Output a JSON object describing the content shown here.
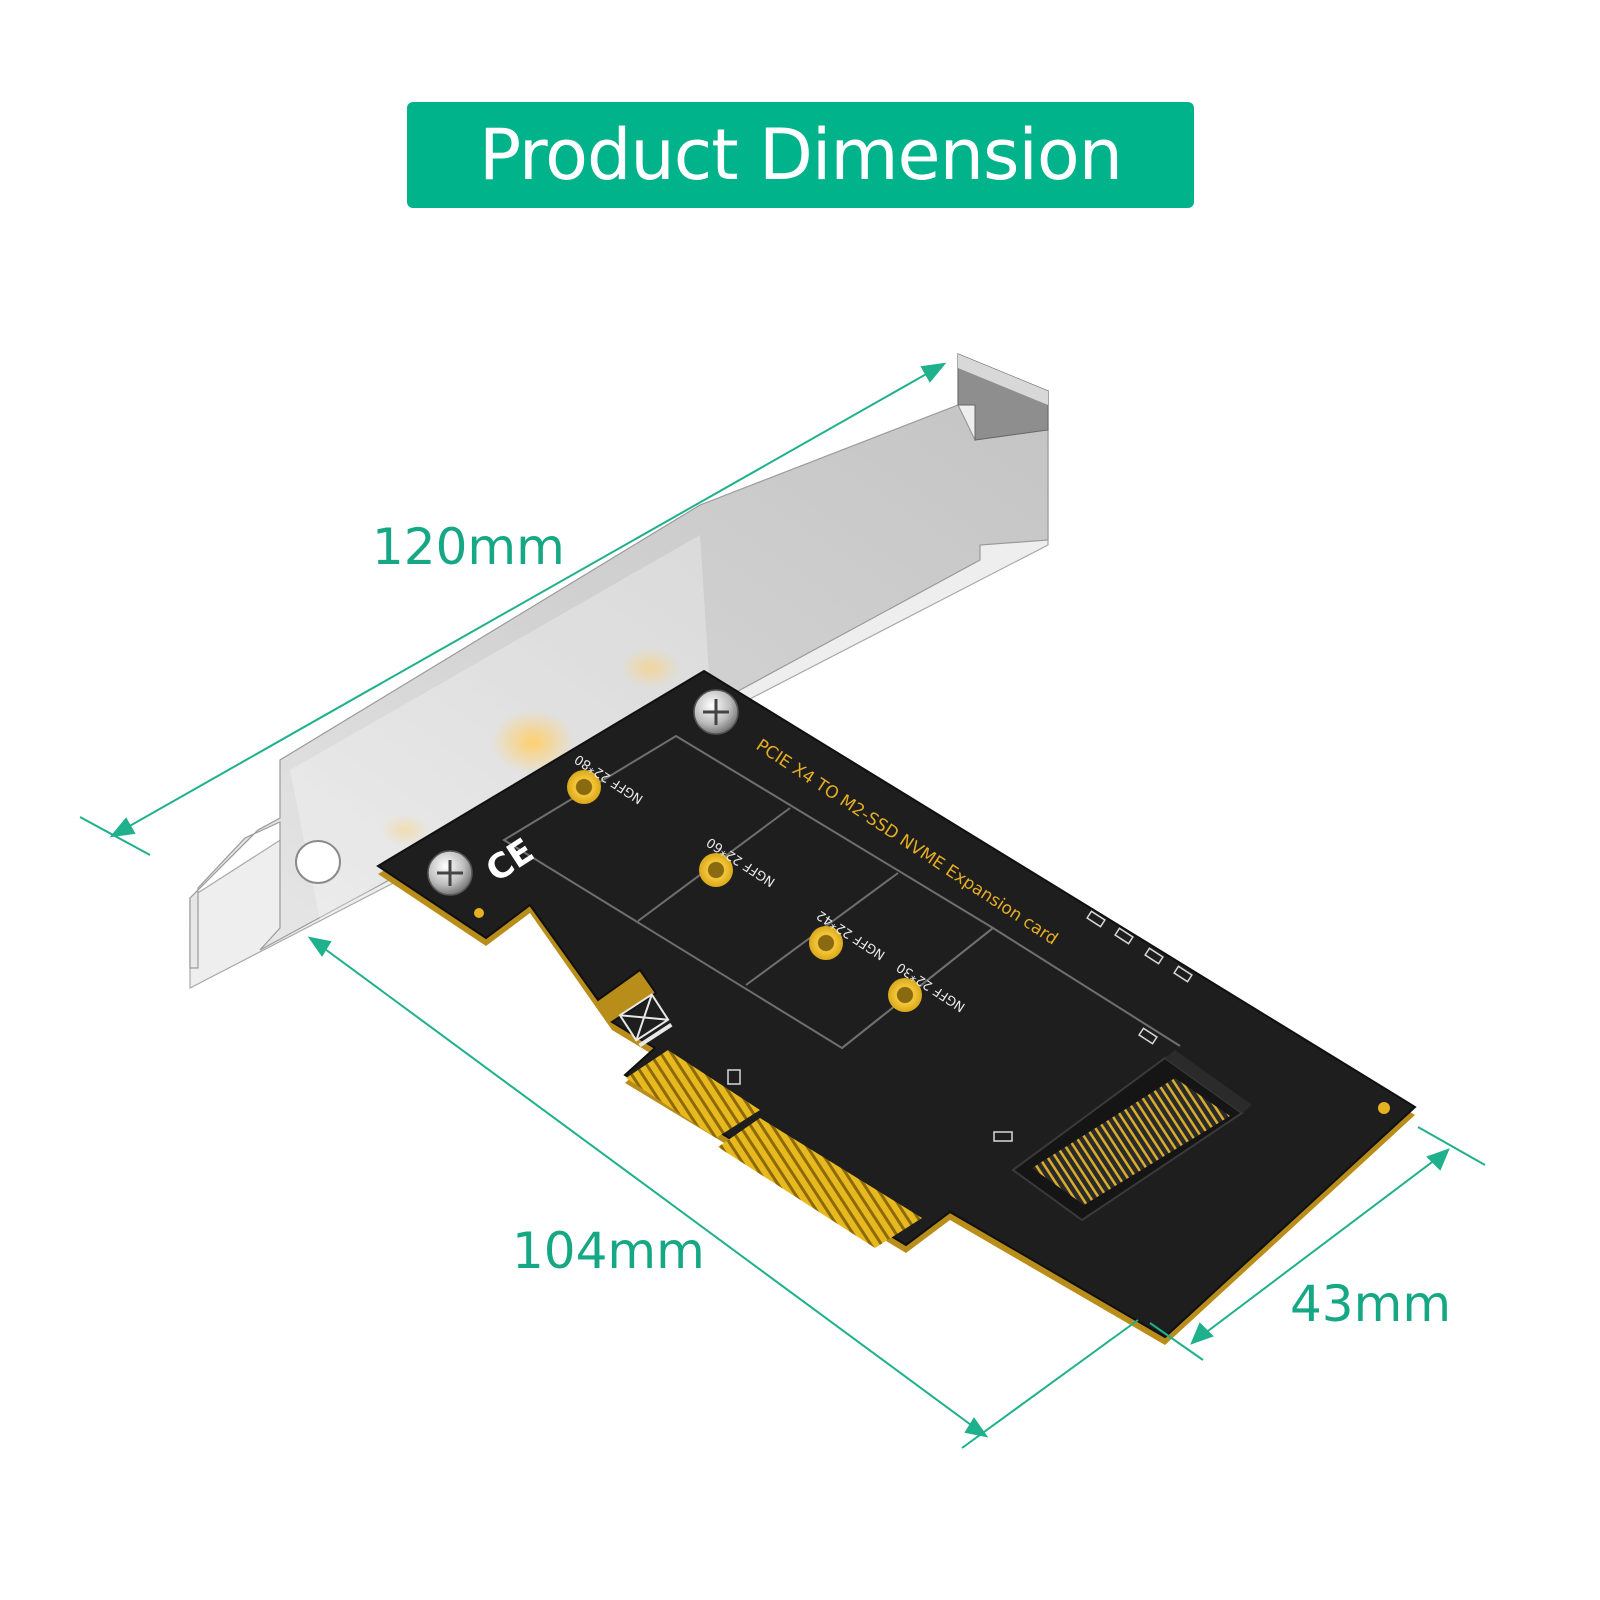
{
  "title": "Product Dimension",
  "dimensions": {
    "length_bracket": "120mm",
    "length_card": "104mm",
    "height_card": "43mm"
  },
  "card": {
    "silkscreen": "PCIE  X4  TO  M2-SSD  NVME  Expansion  card",
    "mount_labels": [
      "NGFF 22*80",
      "NGFF 22*60",
      "NGFF 22*42",
      "NGFF 22*30"
    ],
    "ce_mark": "CE"
  },
  "colors": {
    "accent": "#00b38a",
    "dimension_text": "#16a885",
    "dimension_line": "#1fb08c",
    "pcb": "#1c1c1c",
    "gold": "#e2b622",
    "bracket": "#c9c9c9"
  }
}
